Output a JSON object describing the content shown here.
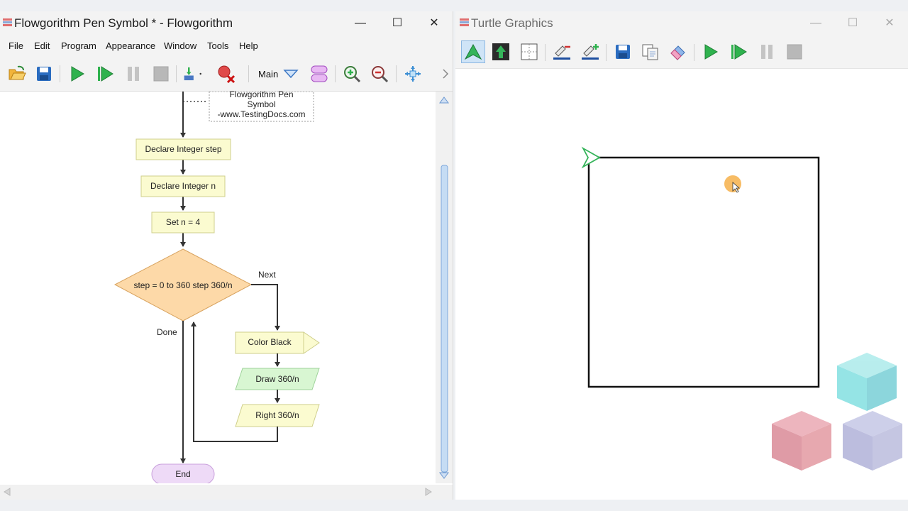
{
  "left_window": {
    "title": "Flowgorithm Pen Symbol * - Flowgorithm",
    "menu": [
      "File",
      "Edit",
      "Program",
      "Appearance",
      "Window",
      "Tools",
      "Help"
    ],
    "toolbar": {
      "function_selector": "Main",
      "icons": [
        "open-folder-icon",
        "save-icon",
        "run-icon",
        "step-icon",
        "pause-icon",
        "stop-icon",
        "breakpoint-icon",
        "clear-breakpoints-icon",
        "main-dropdown-icon",
        "manage-functions-icon",
        "zoom-in-icon",
        "zoom-out-icon",
        "fit-view-icon",
        "more-icon"
      ]
    },
    "flowchart": {
      "comment_lines": [
        "Flowgorithm Pen",
        "Symbol",
        "-www.TestingDocs.com"
      ],
      "declare_step": "Declare Integer step",
      "declare_n": "Declare Integer n",
      "assign_n": "Set n = 4",
      "loop": "step = 0 to 360 step 360/n",
      "next_label": "Next",
      "done_label": "Done",
      "color": "Color Black",
      "draw": "Draw 360/n",
      "turn": "Right 360/n",
      "end": "End"
    }
  },
  "right_window": {
    "title": "Turtle Graphics",
    "toolbar_icons": [
      "show-turtle-icon",
      "pen-up-icon",
      "grid-icon",
      "pen-width-decrease-icon",
      "pen-width-increase-icon",
      "save-image-icon",
      "copy-image-icon",
      "clear-icon",
      "run-icon",
      "step-icon",
      "pause-icon",
      "stop-icon"
    ]
  },
  "colors": {
    "declare_fill": "#fbfbd0",
    "loop_fill": "#fdd9a8",
    "output_fill": "#d8f6d2",
    "end_fill": "#eedaf7",
    "run_green": "#2fb24e",
    "turtle_green": "#35b45a"
  }
}
